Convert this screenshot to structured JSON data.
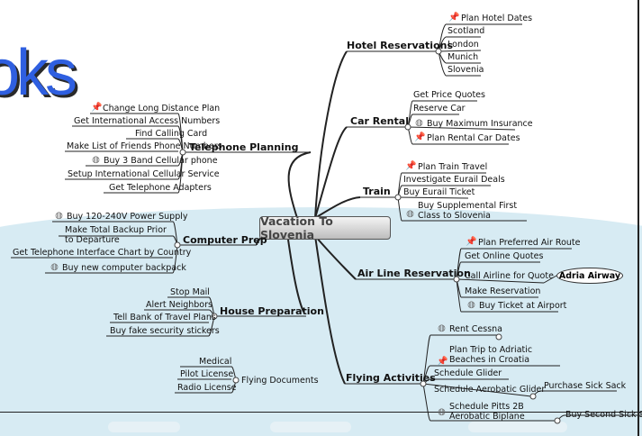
{
  "logo_text": "oks",
  "central": "Vacation To Slovenia",
  "hotel": {
    "title": "Hotel Reservations",
    "items": [
      "Plan Hotel Dates",
      "Scotland",
      "London",
      "Munich",
      "Slovenia"
    ]
  },
  "car": {
    "title": "Car Rental",
    "items": [
      "Get Price Quotes",
      "Reserve Car",
      "Buy Maximum Insurance",
      "Plan Rental Car Dates"
    ]
  },
  "train": {
    "title": "Train",
    "items": [
      "Plan Train Travel",
      "Investigate Eurail Deals",
      "Buy Eurail Ticket",
      "Buy Supplemental First Class to Slovenia"
    ]
  },
  "air": {
    "title": "Air Line Reservation",
    "items": [
      "Plan Preferred Air Route",
      "Get Online Quotes",
      "Call Airline for Quote",
      "Make Reservation",
      "Buy Ticket at Airport"
    ],
    "callout": "Adria Airway"
  },
  "flying": {
    "title": "Flying Activities",
    "items": [
      "Rent Cessna",
      "Plan Trip to Adriatic Beaches in Croatia",
      "Schedule Glider",
      "Schedule Aerobatic Glider",
      "Schedule Pitts 2B Aerobatic Biplane"
    ],
    "sub": [
      "Purchase Sick Sack",
      "Buy Second Sick Sack"
    ]
  },
  "phone": {
    "title": "Telephone Planning",
    "items": [
      "Change Long Distance Plan",
      "Get International Access Numbers",
      "Find Calling Card",
      "Make List of Friends Phone Numbers",
      "Buy 3 Band Cellular phone",
      "Setup International Cellular Service",
      "Get Telephone Adapters"
    ]
  },
  "computer": {
    "title": "Computer Prep",
    "items": [
      "Buy 120-240V Power Supply",
      "Make Total Backup Prior to Departure",
      "Get Telephone Interface Chart by Country",
      "Buy new computer backpack"
    ]
  },
  "house": {
    "title": "House Preparation",
    "items": [
      "Stop Mail",
      "Alert Neighbors",
      "Tell Bank of Travel Plans",
      "Buy fake security stickers"
    ]
  },
  "docs": {
    "title": "Flying Documents",
    "items": [
      "Medical",
      "Pilot License",
      "Radio License"
    ]
  },
  "colors": {
    "band": "#d7ebf3",
    "logo": "#2f5fe0",
    "line": "#222222"
  },
  "icons": [
    "pin-icon",
    "note-icon",
    "expand-circle-icon"
  ]
}
